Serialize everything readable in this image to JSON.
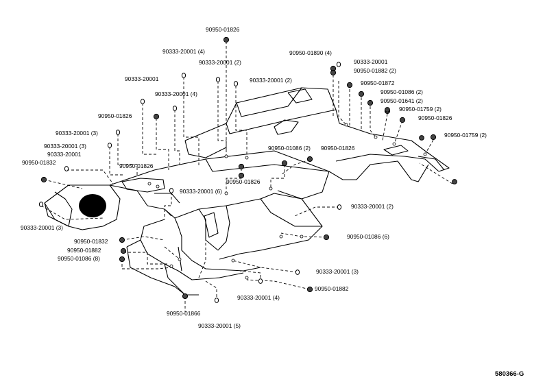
{
  "figure_code": "580366-G",
  "parts": [
    {
      "text": "90950-01826",
      "kind": "plug"
    },
    {
      "text": "90333-20001 (4)",
      "kind": "clip"
    },
    {
      "text": "90333-20001 (2)",
      "kind": "clip"
    },
    {
      "text": "90950-01890 (4)",
      "kind": "plug"
    },
    {
      "text": "90333-20001",
      "kind": "clip"
    },
    {
      "text": "90950-01882 (2)",
      "kind": "plug"
    },
    {
      "text": "90333-20001",
      "kind": "clip"
    },
    {
      "text": "90333-20001 (2)",
      "kind": "clip"
    },
    {
      "text": "90950-01872",
      "kind": "plug"
    },
    {
      "text": "90333-20001 (4)",
      "kind": "clip"
    },
    {
      "text": "90950-01086 (2)",
      "kind": "plug"
    },
    {
      "text": "90950-01641 (2)",
      "kind": "plug"
    },
    {
      "text": "90950-01826",
      "kind": "plug"
    },
    {
      "text": "90950-01759 (2)",
      "kind": "plug"
    },
    {
      "text": "90950-01826",
      "kind": "plug"
    },
    {
      "text": "90333-20001 (3)",
      "kind": "clip"
    },
    {
      "text": "90950-01759 (2)",
      "kind": "plug"
    },
    {
      "text": "90333-20001 (3)",
      "kind": "clip"
    },
    {
      "text": "90333-20001",
      "kind": "clip"
    },
    {
      "text": "90950-01086 (2)",
      "kind": "plug"
    },
    {
      "text": "90950-01826",
      "kind": "plug"
    },
    {
      "text": "90950-01832",
      "kind": "plug"
    },
    {
      "text": "90950-01826",
      "kind": "plug"
    },
    {
      "text": "90950-01826",
      "kind": "plug"
    },
    {
      "text": "90333-20001 (6)",
      "kind": "clip"
    },
    {
      "text": "90333-20001 (2)",
      "kind": "clip"
    },
    {
      "text": "90333-20001 (3)",
      "kind": "clip"
    },
    {
      "text": "90950-01832",
      "kind": "plug"
    },
    {
      "text": "90950-01086 (6)",
      "kind": "plug"
    },
    {
      "text": "90950-01882",
      "kind": "plug"
    },
    {
      "text": "90950-01086 (8)",
      "kind": "plug"
    },
    {
      "text": "90333-20001 (3)",
      "kind": "clip"
    },
    {
      "text": "90950-01882",
      "kind": "plug"
    },
    {
      "text": "90333-20001 (4)",
      "kind": "clip"
    },
    {
      "text": "90950-01866",
      "kind": "plug"
    },
    {
      "text": "90333-20001 (5)",
      "kind": "clip"
    }
  ]
}
